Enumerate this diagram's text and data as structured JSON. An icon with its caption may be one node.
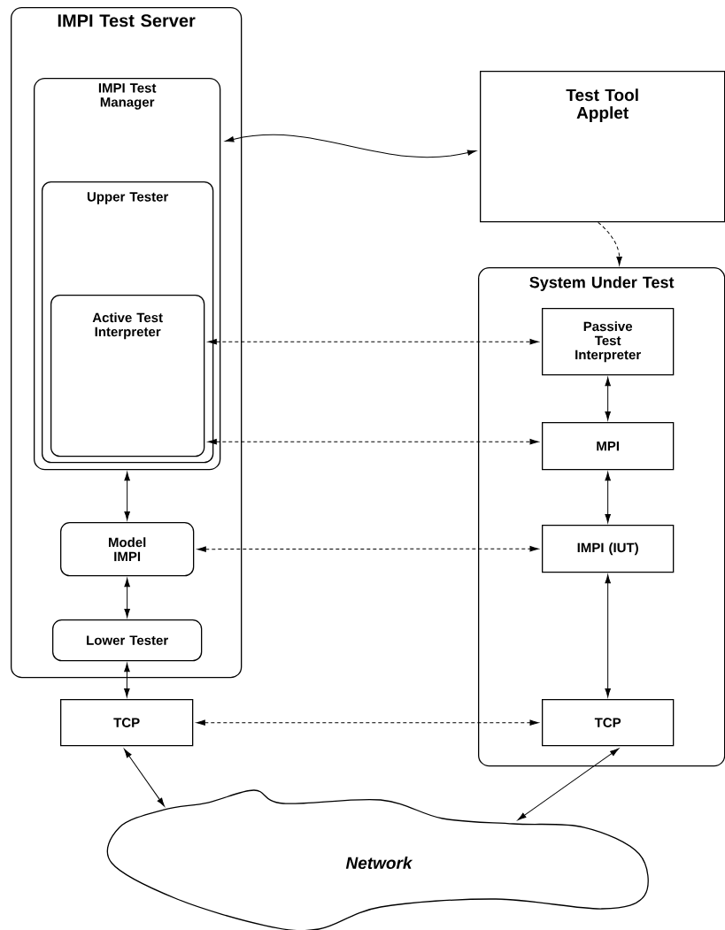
{
  "diagram": {
    "nodes": [
      {
        "text": [
          "IMPI Test Server"
        ]
      },
      {
        "text": [
          "IMPI Test Manager"
        ],
        "in": 0
      },
      {
        "text": [
          "Upper Tester"
        ],
        "in": 1
      },
      {
        "text": [
          "Active Test Interpreter"
        ],
        "in": 2
      },
      {
        "text": [
          "Model IMPI"
        ],
        "in": 0
      },
      {
        "text": [
          "Lower Tester"
        ],
        "in": 0
      },
      {
        "text": [
          "TCP"
        ]
      },
      {
        "text": [
          "Test Tool Applet"
        ]
      },
      {
        "text": [
          "System Under Test"
        ]
      },
      {
        "text": [
          "Passive Test Interpreter"
        ],
        "in": 8
      },
      {
        "text": [
          "MPI"
        ],
        "in": 8
      },
      {
        "text": [
          "IMPI (IUT)"
        ],
        "in": 8
      },
      {
        "text": [
          "TCP"
        ],
        "in": 8
      },
      {
        "text": [
          "Network"
        ]
      }
    ],
    "edges": [
      {
        "from": 1,
        "to": 7,
        "arrow": "both"
      },
      {
        "from": 7,
        "to": 8,
        "arrow": "to",
        "style": "dashed"
      },
      {
        "from": 3,
        "to": 9,
        "arrow": "both",
        "style": "dashed"
      },
      {
        "from": 9,
        "to": 10,
        "arrow": "both"
      },
      {
        "from": 3,
        "to": 10,
        "arrow": "both",
        "style": "dashed"
      },
      {
        "from": 10,
        "to": 11,
        "arrow": "both"
      },
      {
        "from": 1,
        "to": 4,
        "arrow": "both"
      },
      {
        "from": 4,
        "to": 11,
        "arrow": "both",
        "style": "dashed"
      },
      {
        "from": 4,
        "to": 5,
        "arrow": "both"
      },
      {
        "from": 11,
        "to": 12,
        "arrow": "both"
      },
      {
        "from": 5,
        "to": 6,
        "arrow": "both"
      },
      {
        "from": 6,
        "to": 12,
        "arrow": "both",
        "style": "dashed"
      },
      {
        "from": 6,
        "to": 13,
        "arrow": "both"
      },
      {
        "from": 12,
        "to": 13,
        "arrow": "both"
      }
    ]
  }
}
